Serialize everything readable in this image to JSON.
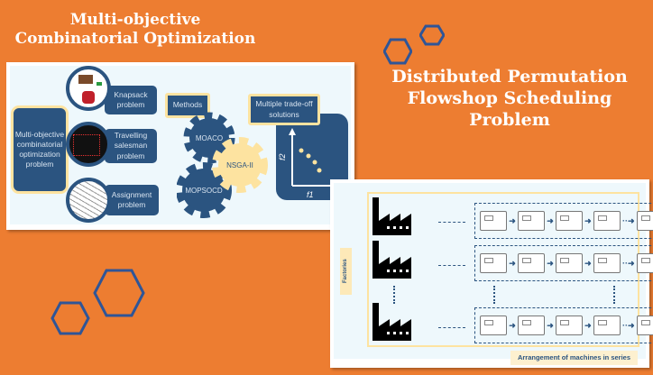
{
  "title_left": "Multi-objective Combinatorial Optimization",
  "title_right": "Distributed Permutation Flowshop Scheduling Problem",
  "left_panel": {
    "main_box": "Multi-objective combinatorial optimization problem",
    "problems": [
      "Knapsack problem",
      "Travelling salesman problem",
      "Assignment problem"
    ],
    "methods_label": "Methods",
    "methods": [
      "MOACO",
      "MOPSOCD",
      "NSGA-II"
    ],
    "solutions_label": "Multiple trade-off solutions",
    "axis_x": "f1",
    "axis_y": "f2"
  },
  "right_panel": {
    "factories_label": "Factories",
    "arrangement_label": "Arrangement of machines in series"
  },
  "colors": {
    "background": "#ed7d31",
    "box": "#2b5480",
    "highlight": "#fde3a0",
    "hexagon": "#2f5597"
  }
}
